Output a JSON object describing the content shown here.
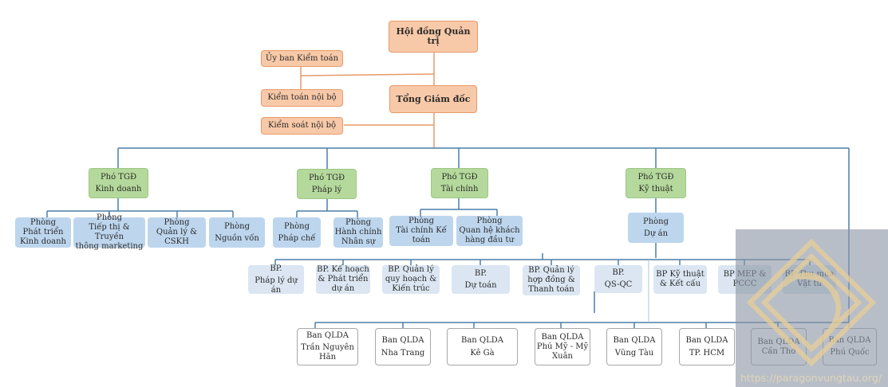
{
  "colors": {
    "board": "#f8c9a8",
    "deputy": "#b5d99c",
    "department": "#bdd6ee",
    "division": "#dbe6f2",
    "project_board": "#ffffff",
    "connector_blue": "#4a7fa8",
    "connector_orange": "#e79a6a"
  },
  "top": {
    "board": "Hội đồng Quản trị",
    "ceo": "Tổng Giám đốc",
    "audit_committee": "Ủy ban Kiểm toán",
    "internal_audit": "Kiểm toán nội bộ",
    "internal_control": "Kiểm soát nội bộ"
  },
  "deputies": [
    {
      "line1": "Phó TGĐ",
      "line2": "Kinh doanh"
    },
    {
      "line1": "Phó TGĐ",
      "line2": "Pháp lý"
    },
    {
      "line1": "Phó TGĐ",
      "line2": "Tài chính"
    },
    {
      "line1": "Phó TGĐ",
      "line2": "Kỹ thuật"
    }
  ],
  "departments": [
    {
      "line1": "Phòng",
      "line2": "Phát triển",
      "line3": "Kinh doanh"
    },
    {
      "line1": "Phòng",
      "line2": "Tiếp thị & Truyền",
      "line3": "thông marketing"
    },
    {
      "line1": "Phòng",
      "line2": "Quản lý &",
      "line3": "CSKH"
    },
    {
      "line1": "Phòng",
      "line2": "Nguồn vốn"
    },
    {
      "line1": "Phòng",
      "line2": "Pháp chế"
    },
    {
      "line1": "Phòng",
      "line2": "Hành chính",
      "line3": "Nhân sự"
    },
    {
      "line1": "Phòng",
      "line2": "Tài chính Kế",
      "line3": "toán"
    },
    {
      "line1": "Phòng",
      "line2": "Quan hệ khách",
      "line3": "hàng đầu tư"
    },
    {
      "line1": "Phòng",
      "line2": "Dự án"
    }
  ],
  "divisions": [
    {
      "line1": "BP.",
      "line2": "Pháp lý dự án"
    },
    {
      "line1": "BP. Kế hoạch",
      "line2": "& Phát triển",
      "line3": "dự án"
    },
    {
      "line1": "BP. Quản lý",
      "line2": "quy hoạch &",
      "line3": "Kiến trúc"
    },
    {
      "line1": "BP.",
      "line2": "Dự toán"
    },
    {
      "line1": "BP. Quản lý",
      "line2": "hợp đồng &",
      "line3": "Thanh toán"
    },
    {
      "line1": "BP.",
      "line2": "QS-QC"
    },
    {
      "line1": "BP Kỹ thuật",
      "line2": "& Kết cấu"
    },
    {
      "line1": "BP MEP &",
      "line2": "PCCC"
    },
    {
      "line1": "BP Thu mua",
      "line2": "Vật tư"
    }
  ],
  "project_boards": [
    {
      "line1": "Ban QLDA",
      "line2": "Trần Nguyên",
      "line3": "Hãn"
    },
    {
      "line1": "Ban QLDA",
      "line2": "Nha Trang"
    },
    {
      "line1": "Ban QLDA",
      "line2": "Kê Gà"
    },
    {
      "line1": "Ban QLDA",
      "line2": "Phú Mỹ - Mỹ",
      "line3": "Xuân"
    },
    {
      "line1": "Ban QLDA",
      "line2": "Vũng Tàu"
    },
    {
      "line1": "Ban QLDA",
      "line2": "TP. HCM"
    },
    {
      "line1": "Ban QLDA",
      "line2": "Cần Thơ"
    },
    {
      "line1": "Ban QLDA",
      "line2": "Phú Quốc"
    }
  ],
  "watermark": {
    "text": "https://paragonvungtau.org/"
  }
}
